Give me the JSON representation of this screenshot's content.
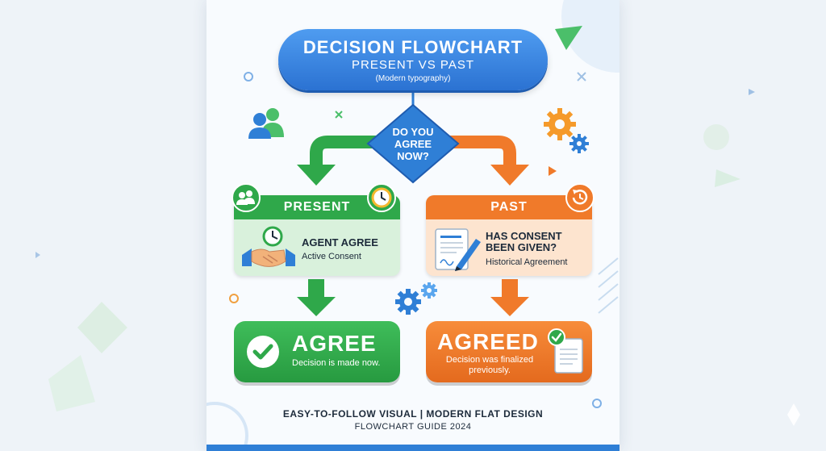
{
  "header": {
    "title": "DECISION FLOWCHART",
    "subtitle": "PRESENT VS PAST",
    "note": "(Modern typography)"
  },
  "decision": {
    "question_line1": "DO YOU",
    "question_line2": "AGREE",
    "question_line3": "NOW?"
  },
  "present": {
    "header": "PRESENT",
    "title": "AGENT AGREE",
    "subtitle": "Active Consent",
    "result_title": "AGREE",
    "result_subtitle": "Decision is made now."
  },
  "past": {
    "header": "PAST",
    "title_line1": "HAS CONSENT",
    "title_line2": "BEEN GIVEN?",
    "subtitle": "Historical Agreement",
    "result_title": "AGREED",
    "result_subtitle_line1": "Decision was finalized",
    "result_subtitle_line2": "previously."
  },
  "footer": {
    "line1": "EASY-TO-FOLLOW VISUAL | MODERN FLAT DESIGN",
    "line2": "FLOWCHART GUIDE 2024"
  },
  "colors": {
    "blue": "#2f7fd6",
    "green": "#2fa84a",
    "orange": "#f07a2a",
    "background": "#eef3f8"
  }
}
